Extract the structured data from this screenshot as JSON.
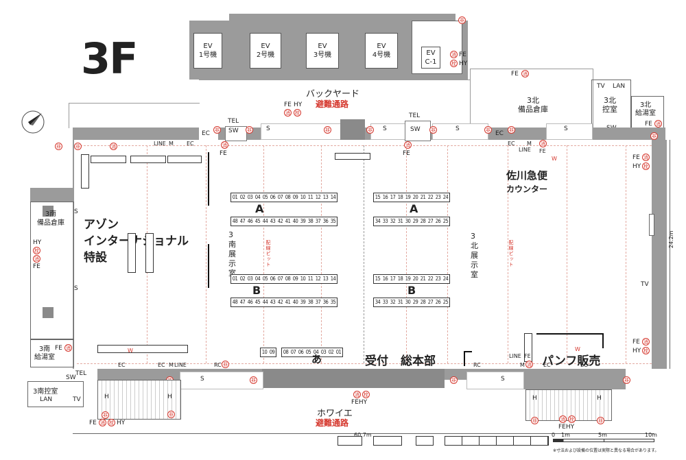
{
  "floor_label": "3F",
  "elevators": [
    {
      "line1": "EV",
      "line2": "1号機"
    },
    {
      "line1": "EV",
      "line2": "2号機"
    },
    {
      "line1": "EV",
      "line2": "3号機"
    },
    {
      "line1": "EV",
      "line2": "4号機"
    },
    {
      "line1": "EV",
      "line2": "C-1"
    }
  ],
  "backyard": {
    "name": "バックヤード",
    "evac": "避難通路"
  },
  "foyer": {
    "name": "ホワイエ",
    "evac": "避難通路"
  },
  "rooms": {
    "north_storage": {
      "line1": "3北",
      "line2": "備品倉庫"
    },
    "north_control": {
      "line1": "3北",
      "line2": "控室"
    },
    "north_kitchen": {
      "line1": "3北",
      "line2": "給湯室"
    },
    "south_storage": {
      "line1": "3南",
      "line2": "備品倉庫"
    },
    "south_kitchen": {
      "line1": "3南",
      "line2": "給湯室"
    },
    "south_control": "3南控室",
    "south_hall": "3南展示室",
    "north_hall": "3北展示室"
  },
  "areas": {
    "azone": {
      "line1": "アゾン",
      "line2": "インターナショナル",
      "line3": "特設"
    },
    "sagawa": {
      "line1": "佐川急便",
      "line2": "カウンター"
    },
    "pamphlet": "パンフ販売",
    "reception": "受付",
    "hq": "総本部",
    "a_row": "あ",
    "haisen_pit": "配線ピット"
  },
  "island_labels": {
    "A": "A",
    "B": "B"
  },
  "booths": {
    "south_A_top": [
      "01",
      "02",
      "03",
      "04",
      "05",
      "06",
      "07",
      "08",
      "09",
      "10",
      "11",
      "12",
      "13",
      "14"
    ],
    "south_A_bottom": [
      "48",
      "47",
      "46",
      "45",
      "44",
      "43",
      "42",
      "41",
      "40",
      "39",
      "38",
      "37",
      "36",
      "35"
    ],
    "south_B_top": [
      "01",
      "02",
      "03",
      "04",
      "05",
      "06",
      "07",
      "08",
      "09",
      "10",
      "11",
      "12",
      "13",
      "14"
    ],
    "south_B_bottom": [
      "48",
      "47",
      "46",
      "45",
      "44",
      "43",
      "42",
      "41",
      "40",
      "39",
      "38",
      "37",
      "36",
      "35"
    ],
    "north_A_top": [
      "15",
      "16",
      "17",
      "18",
      "19",
      "20",
      "21",
      "22",
      "23",
      "24"
    ],
    "north_A_bottom": [
      "34",
      "33",
      "32",
      "31",
      "30",
      "29",
      "28",
      "27",
      "26",
      "25"
    ],
    "north_B_top": [
      "15",
      "16",
      "17",
      "18",
      "19",
      "20",
      "21",
      "22",
      "23",
      "24"
    ],
    "north_B_bottom": [
      "34",
      "33",
      "32",
      "31",
      "30",
      "29",
      "28",
      "27",
      "26",
      "25"
    ],
    "a_left": [
      "10",
      "09"
    ],
    "a_right": [
      "08",
      "07",
      "06",
      "05",
      "04",
      "03",
      "02",
      "01"
    ]
  },
  "marks": {
    "fire_exit": "非",
    "extinguisher": "消",
    "hydrant": "栓"
  },
  "equipment": {
    "fe": "FE",
    "hy": "HY",
    "tel": "TEL",
    "sw": "SW",
    "lan": "LAN",
    "tv": "TV",
    "ec": "EC",
    "m": "M",
    "line": "LINE",
    "s": "S",
    "h": "H",
    "rc": "RC",
    "w": "W",
    "fehy": "FEHY"
  },
  "dimensions": {
    "width": "60.7m",
    "depth": "24.2m"
  },
  "scale": {
    "zero": "0",
    "one": "1m",
    "five": "5m",
    "ten": "10m"
  },
  "note": "※寸法および設備の位置は実際と異なる場合があります。"
}
